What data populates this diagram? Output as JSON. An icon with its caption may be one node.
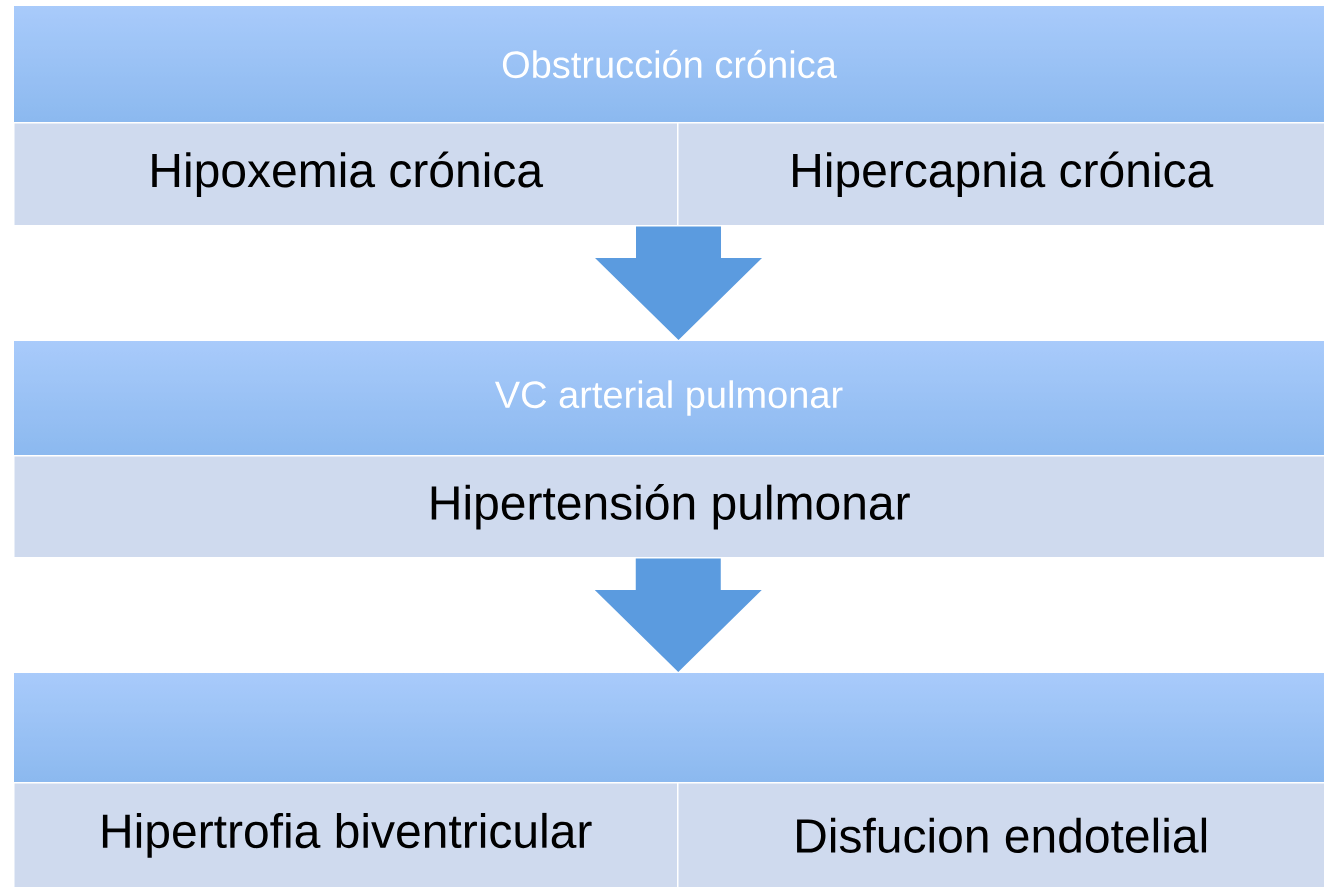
{
  "diagram": {
    "nodes": [
      {
        "text": [
          "Obstrucción crónica"
        ]
      },
      {
        "text": [
          "Hipoxemia crónica"
        ]
      },
      {
        "text": [
          "Hipercapnia crónica"
        ]
      },
      {
        "text": [
          "VC arterial pulmonar"
        ]
      },
      {
        "text": [
          "Hipertensión pulmonar"
        ]
      },
      {
        "text": [],
        "shape": "bar"
      },
      {
        "text": [
          "Hipertrofia biventricular"
        ]
      },
      {
        "text": [
          "Disfucion endotelial"
        ]
      }
    ],
    "edges": [
      {
        "from": 1,
        "to": 3,
        "arrow": "to"
      },
      {
        "from": 2,
        "to": 3,
        "arrow": "to"
      },
      {
        "from": 4,
        "to": 5,
        "arrow": "to"
      }
    ]
  }
}
